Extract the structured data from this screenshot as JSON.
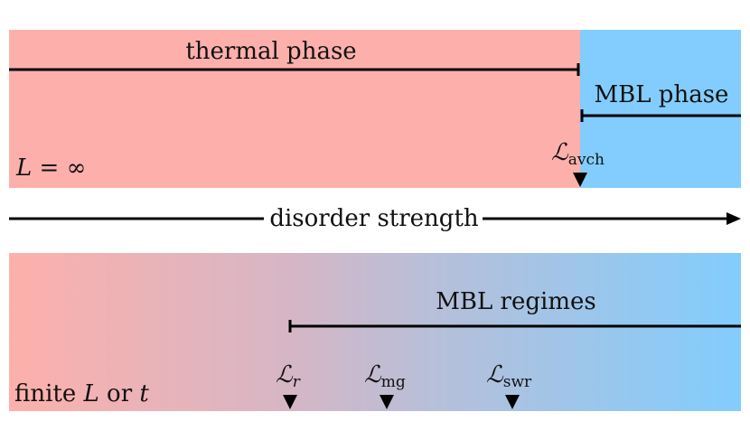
{
  "colors": {
    "thermal": "#fdb0ab",
    "mbl": "#82cdfd",
    "line": "#000000"
  },
  "top_panel": {
    "thermal_label": "thermal phase",
    "mbl_label": "MBL phase",
    "system_label": "L = ∞",
    "marker": {
      "symbol": "ℒ",
      "subscript": "avch"
    }
  },
  "axis": {
    "label": "disorder strength"
  },
  "bottom_panel": {
    "regimes_label": "MBL regimes",
    "system_label_prefix": "finite ",
    "system_label_var1": "L",
    "system_label_mid": " or ",
    "system_label_var2": "t",
    "markers": [
      {
        "symbol": "ℒ",
        "subscript": "r"
      },
      {
        "symbol": "ℒ",
        "subscript": "mg"
      },
      {
        "symbol": "ℒ",
        "subscript": "swr"
      }
    ]
  }
}
